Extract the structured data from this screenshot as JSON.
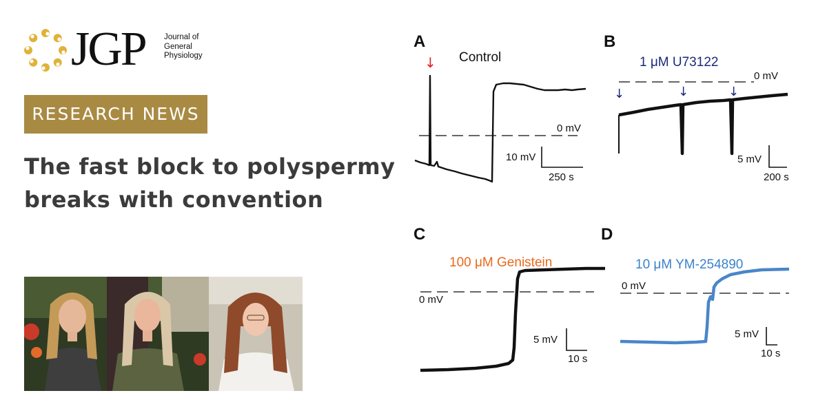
{
  "journal": {
    "abbrev": "JGP",
    "name_lines": [
      "Journal of",
      "General",
      "Physiology"
    ],
    "brand_color": "#a88a43"
  },
  "banner": {
    "label": "RESEARCH NEWS",
    "color": "#a88a43"
  },
  "headline": {
    "lines": [
      "The fast block to polyspermy",
      "breaks with convention"
    ]
  },
  "photo": {
    "people_count": 3
  },
  "figure": {
    "panels": [
      {
        "letter": "A",
        "condition": "Control",
        "zero_label": "0 mV",
        "scale_y": "10 mV",
        "scale_x": "250 s",
        "marker_color": "#e02020",
        "trace_color": "#111111",
        "condition_color": "#111111"
      },
      {
        "letter": "B",
        "condition": "1 μM U73122",
        "zero_label": "0 mV",
        "scale_y": "5 mV",
        "scale_x": "200 s",
        "marker_color": "#1a2a7a",
        "trace_color": "#111111",
        "condition_color": "#1a2a7a"
      },
      {
        "letter": "C",
        "condition": "100 μM Genistein",
        "zero_label": "0 mV",
        "scale_y": "5 mV",
        "scale_x": "10 s",
        "trace_color": "#111111",
        "condition_color": "#e8691c"
      },
      {
        "letter": "D",
        "condition": "10 μM YM-254890",
        "zero_label": "0 mV",
        "scale_y": "5 mV",
        "scale_x": "10 s",
        "trace_color": "#4a86c8",
        "condition_color": "#3a82cc"
      }
    ]
  }
}
